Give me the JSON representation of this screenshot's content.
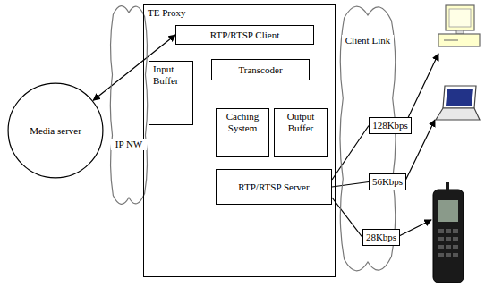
{
  "diagram": {
    "nodes": [
      {
        "text": [
          "Media server"
        ]
      },
      {
        "text": [
          "IP NW"
        ]
      },
      {
        "text": [
          "TE Proxy"
        ]
      },
      {
        "text": [
          "RTP/RTSP Client"
        ],
        "in": 2
      },
      {
        "text": [
          "Input Buffer"
        ],
        "in": 2
      },
      {
        "text": [
          "Transcoder"
        ],
        "in": 2
      },
      {
        "text": [
          "Caching System"
        ],
        "in": 2
      },
      {
        "text": [
          "Output Buffer"
        ],
        "in": 2
      },
      {
        "text": [
          "RTP/RTSP Server"
        ],
        "in": 2
      },
      {
        "text": [
          "Client Link"
        ]
      },
      {
        "text": [
          "128Kbps"
        ]
      },
      {
        "text": [
          "56Kbps"
        ]
      },
      {
        "text": [
          "28Kbps"
        ]
      }
    ],
    "edges": [
      {
        "from": 0,
        "to": 3,
        "arrow": "both"
      },
      {
        "from": 8,
        "to": 10,
        "arrow": "none"
      },
      {
        "from": 8,
        "to": 11,
        "arrow": "none"
      },
      {
        "from": 8,
        "to": 12,
        "arrow": "none"
      }
    ]
  }
}
